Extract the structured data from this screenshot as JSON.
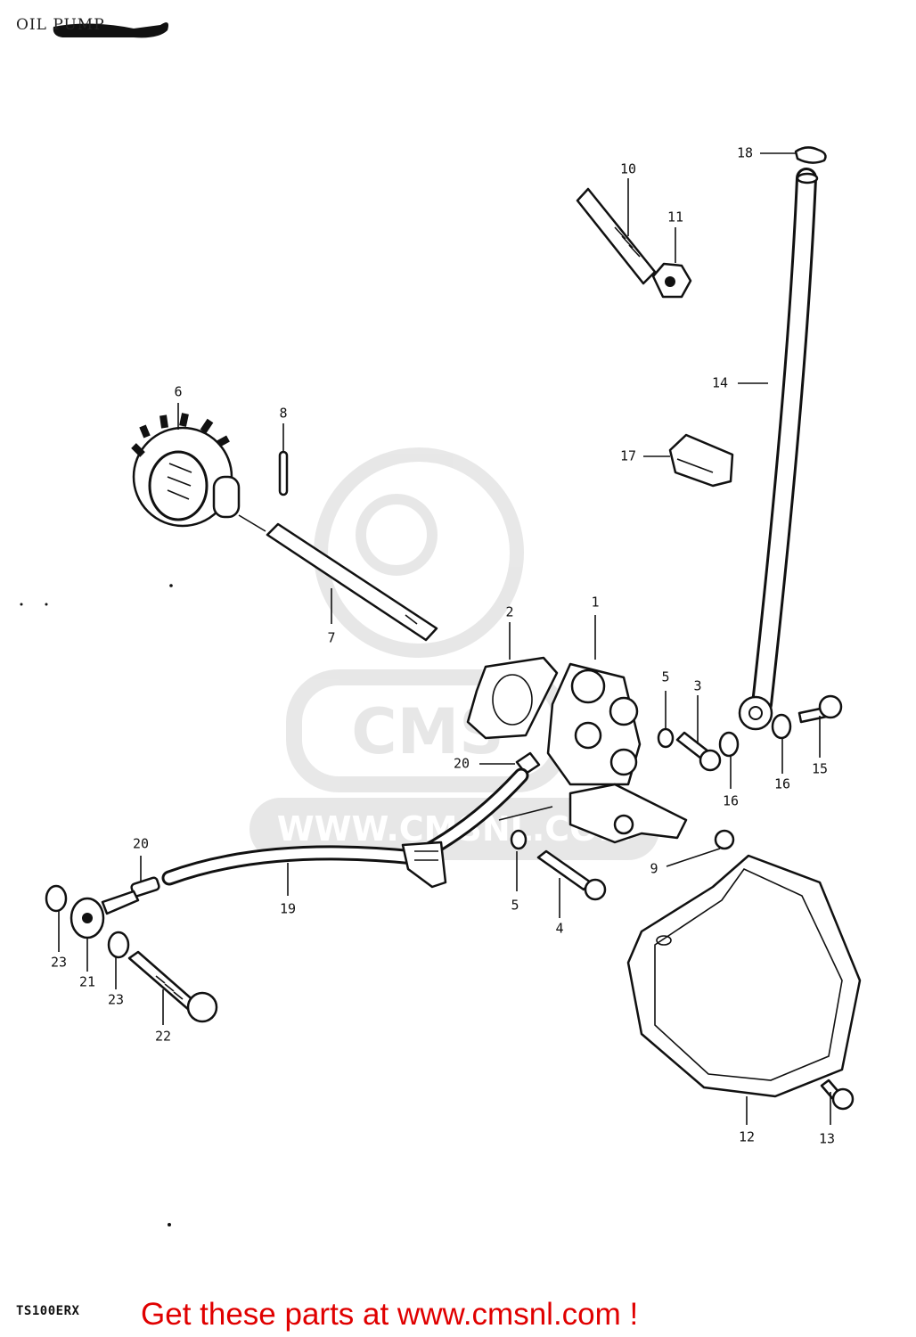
{
  "header": {
    "title": "OIL PUMP"
  },
  "footer": {
    "model_code": "TS100ERX",
    "promo_text": "Get these parts at www.cmsnl.com !"
  },
  "watermark": {
    "text": "WWW.CMSNL.COM",
    "logo": "CMS"
  },
  "colors": {
    "promo": "#e00000",
    "lines": "#111111"
  },
  "callouts": {
    "n1": "1",
    "n2": "2",
    "n3": "3",
    "n4": "4",
    "n5a": "5",
    "n5b": "5",
    "n6": "6",
    "n7": "7",
    "n8": "8",
    "n9": "9",
    "n10": "10",
    "n11": "11",
    "n12": "12",
    "n13": "13",
    "n14": "14",
    "n15": "15",
    "n16a": "16",
    "n16b": "16",
    "n17": "17",
    "n18": "18",
    "n19": "19",
    "n20a": "20",
    "n20b": "20",
    "n21": "21",
    "n22": "22",
    "n23a": "23",
    "n23b": "23"
  }
}
